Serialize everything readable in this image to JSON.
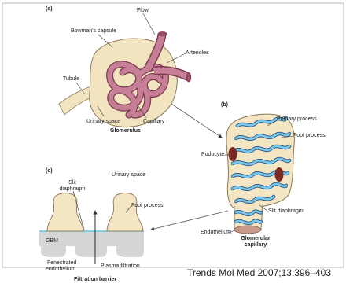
{
  "panels": {
    "a": "(a)",
    "b": "(b)",
    "c": "(c)"
  },
  "labels_a": {
    "flow": "Flow",
    "bowmans_capsule": "Bowman's capsule",
    "arterioles": "Arterioles",
    "tubule": "Tubule",
    "urinary_space": "Urinary space",
    "capillary": "Capillary",
    "glomerulus": "Glomerulus"
  },
  "labels_b": {
    "primary_process": "Primary process",
    "foot_process": "Foot process",
    "podocyte": "Podocyte",
    "slit_diaphragm": "Slit diaphragm",
    "endothelium": "Endothelium",
    "glomerular_capillary_line1": "Glomerular",
    "glomerular_capillary_line2": "capillary"
  },
  "labels_c": {
    "slit_diaphragm_line1": "Slit",
    "slit_diaphragm_line2": "diaphragm",
    "urinary_space": "Urinary space",
    "foot_process": "Foot process",
    "gbm": "GBM",
    "fenestrated_line1": "Fenestrated",
    "fenestrated_line2": "endothelium",
    "plasma_filtration": "Plasma filtration",
    "filtration_barrier": "Filtration barrier"
  },
  "citation": "Trends Mol Med 2007;13:396–403",
  "colors": {
    "capsule_fill": "#f3e4c0",
    "capsule_stroke": "#8a7a5a",
    "vessel": "#b86b82",
    "vessel_dark": "#7a3a50",
    "podocyte_fill": "#f4e6c3",
    "nucleus": "#7a2a22",
    "foot_blue": "#3b7cc4",
    "slit_blue": "#5bc0e0",
    "gbm_gray": "#d6d6d6",
    "endothelium": "#c89a8a",
    "frame": "#bbbbbb"
  }
}
